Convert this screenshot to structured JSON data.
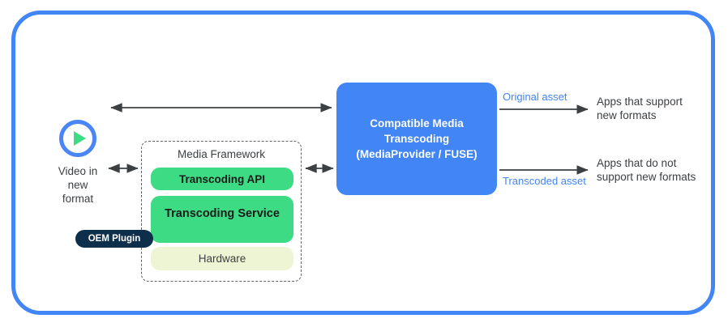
{
  "frame": {
    "accent_color": "#4285f4"
  },
  "video_source": {
    "icon": "play-circle-icon",
    "caption": "Video in\nnew\nformat",
    "ring_color": "#4a86f7",
    "play_color": "#3ddc84"
  },
  "media_framework": {
    "title": "Media Framework",
    "items": [
      {
        "label": "Transcoding API",
        "color": "#3ddc84"
      },
      {
        "label": "Transcoding Service",
        "color": "#3ddc84"
      },
      {
        "label": "Hardware",
        "color": "#eef5d5"
      }
    ],
    "plugin": {
      "label": "OEM Plugin",
      "color": "#0d2f4b"
    }
  },
  "center_box": {
    "label": "Compatible Media\nTranscoding\n(MediaProvider / FUSE)",
    "color": "#4285f4"
  },
  "edges": {
    "original_asset_label": "Original asset",
    "transcoded_asset_label": "Transcoded asset",
    "label_color": "#4285f4"
  },
  "consumers": [
    {
      "label": "Apps that support\nnew formats"
    },
    {
      "label": "Apps that do not\nsupport new formats"
    }
  ]
}
